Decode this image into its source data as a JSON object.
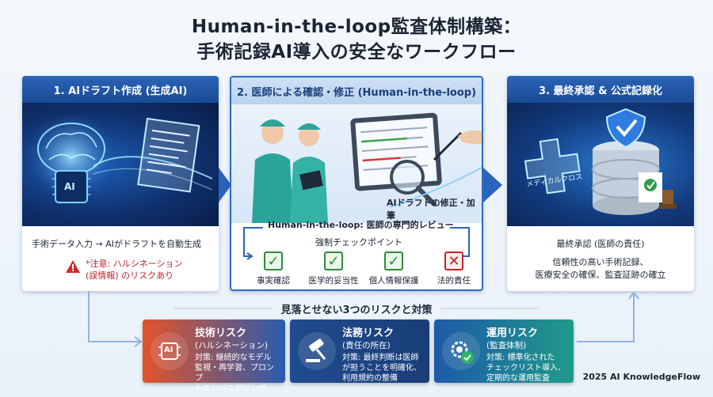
{
  "title": {
    "line1": "Human-in-the-loop監査体制構築：",
    "line2": "手術記録AI導入の安全なワークフロー"
  },
  "panel1": {
    "heading": "1. AIドラフト作成 (生成AI)",
    "chip_label": "AI",
    "caption": "手術データ入力 → AIがドラフトを自動生成",
    "warning_line1": "*注意: ハルシネーション",
    "warning_line2": "(誤情報) のリスクあり"
  },
  "panel2": {
    "heading": "2. 医師による確認・修正 (Human-in-the-loop)",
    "edit_caption": "AIドラフトの修正・加筆",
    "loop_title": "Human-in-the-loop: 医師の専門的レビュー",
    "checkpoint_title": "強制チェックポイント",
    "checks": [
      {
        "label": "事実確認",
        "mark": "✓"
      },
      {
        "label": "医学的妥当性",
        "mark": "✓"
      },
      {
        "label": "個人情報保護",
        "mark": "✓"
      },
      {
        "label": "法的責任",
        "mark": "✕"
      }
    ]
  },
  "panel3": {
    "heading": "3. 最終承認 & 公式記録化",
    "cross_label": "メディカルクロス",
    "caption": "最終承認 (医師の責任)",
    "desc_line1": "信頼性の高い手術記録、",
    "desc_line2": "医療安全の確保、監査証跡の確立"
  },
  "risks_heading": "見落とせない3つのリスクと対策",
  "risks": [
    {
      "title": "技術リスク",
      "subtitle": "(ハルシネーション)",
      "desc_lines": [
        "対策: 継続的なモデル",
        "監視・再学習、プロンプ",
        "トエンジニアリング"
      ],
      "icon_label": "AI",
      "color_from": "#e2542a",
      "color_to": "#2a5cae"
    },
    {
      "title": "法務リスク",
      "subtitle": "(責任の所在)",
      "desc_lines": [
        "対策: 最終判断は医師",
        "が担うことを明確化、",
        "利用規約の整備"
      ],
      "color_from": "#1f4c8f",
      "color_to": "#1a3e78"
    },
    {
      "title": "運用リスク",
      "subtitle": "(監査体制)",
      "desc_lines": [
        "対策: 標準化された",
        "チェックリスト導入、",
        "定期的な運用監査"
      ],
      "color_from": "#1e5aa8",
      "color_to": "#1f9a8a"
    }
  ],
  "footer": "2025 AI KnowledgeFlow"
}
